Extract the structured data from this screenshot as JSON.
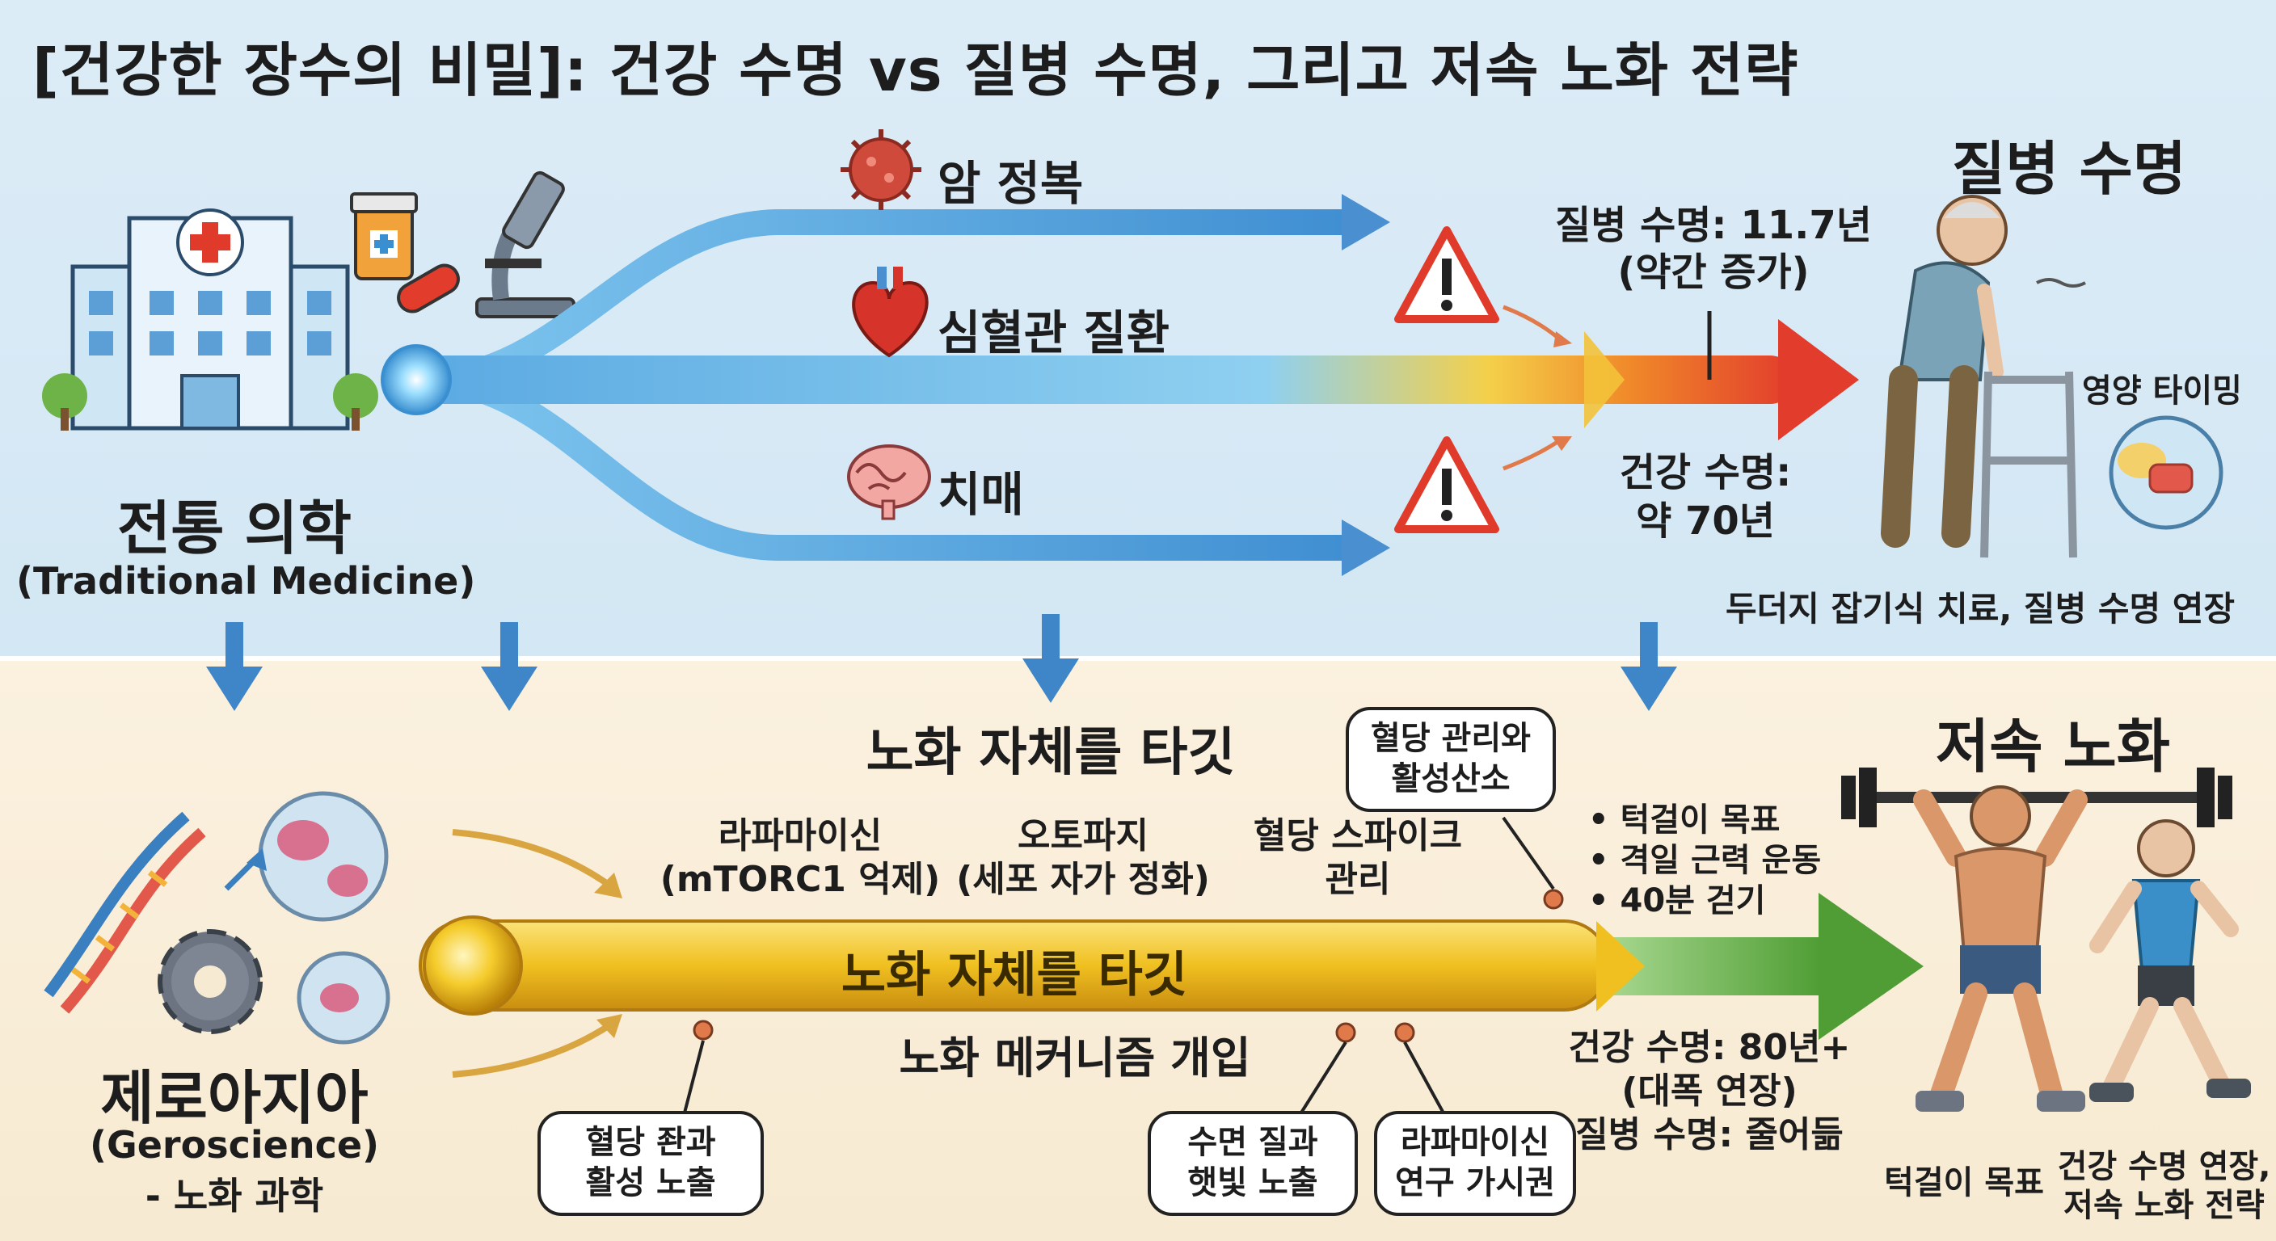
{
  "title": "[건강한 장수의 비밀]: 건강 수명 vs 질병 수명, 그리고 저속 노화 전략",
  "top": {
    "traditional_title": "전통 의학",
    "traditional_sub": "(Traditional Medicine)",
    "branch_cancer": "암 정복",
    "branch_cardio": "심혈관 질환",
    "branch_dementia": "치매",
    "disease_span_line1": "질병 수명: 11.7년",
    "disease_span_line2": "(약간 증가)",
    "health_span_line1": "건강 수명:",
    "health_span_line2": "약 70년",
    "disease_heading": "질병 수명",
    "nutrition_timing": "영양 타이밍",
    "whack_a_mole": "두더지 잡기식 치료, 질병 수명 연장"
  },
  "bottom": {
    "target_aging_heading": "노화 자체를 타깃",
    "bar_label": "노화 자체를 타깃",
    "intervention": "노화 메커니즘 개입",
    "rapamycin_line1": "라파마이신",
    "rapamycin_line2": "(mTORC1 억제)",
    "autophagy_line1": "오토파지",
    "autophagy_line2": "(세포 자가 정화)",
    "glucose_line1": "혈당 스파이크",
    "glucose_line2": "관리",
    "bubble_glucose_ros_line1": "혈당 관리와",
    "bubble_glucose_ros_line2": "활성산소",
    "bubble_glucose_peak_line1": "혈당 좐과",
    "bubble_glucose_peak_line2": "활성 노출",
    "bubble_sleep_line1": "수면 질과",
    "bubble_sleep_line2": "햇빛 노출",
    "bubble_rapa_line1": "라파마이신",
    "bubble_rapa_line2": "연구 가시권",
    "bullets": [
      "• 턱걸이 목표",
      "• 격일 근력 운동",
      "• 40분 걷기"
    ],
    "health_span_line1": "건강 수명: 80년+",
    "health_span_line2": "(대폭 연장)",
    "health_span_line3": "질병 수명: 줄어듦",
    "geroscience_title": "제로아지아",
    "geroscience_sub1": "(Geroscience)",
    "geroscience_sub2": "- 노화 과학",
    "slow_aging_heading": "저속 노화",
    "caption_pullup": "턱걸이 목표",
    "caption_extend_line1": "건강 수명 연장,",
    "caption_extend_line2": "저속 노화 전략"
  },
  "colors": {
    "top_bg": "#d3e7f4",
    "bottom_bg": "#f7ead2",
    "blue_arrow": "#4a8fd0",
    "gold_bar": "#f0c020",
    "red_arrow": "#e23c2c",
    "green_arrow": "#5aa83c",
    "warning": "#e03a2a"
  },
  "icons": [
    "hospital-icon",
    "pill-bottle-icon",
    "microscope-icon",
    "virus-icon",
    "heart-icon",
    "brain-icon",
    "warning-icon",
    "elderly-walker-icon",
    "meal-plate-icon",
    "dna-icon",
    "cell-icon",
    "gear-icon",
    "barbell-man-icon",
    "running-man-icon"
  ]
}
